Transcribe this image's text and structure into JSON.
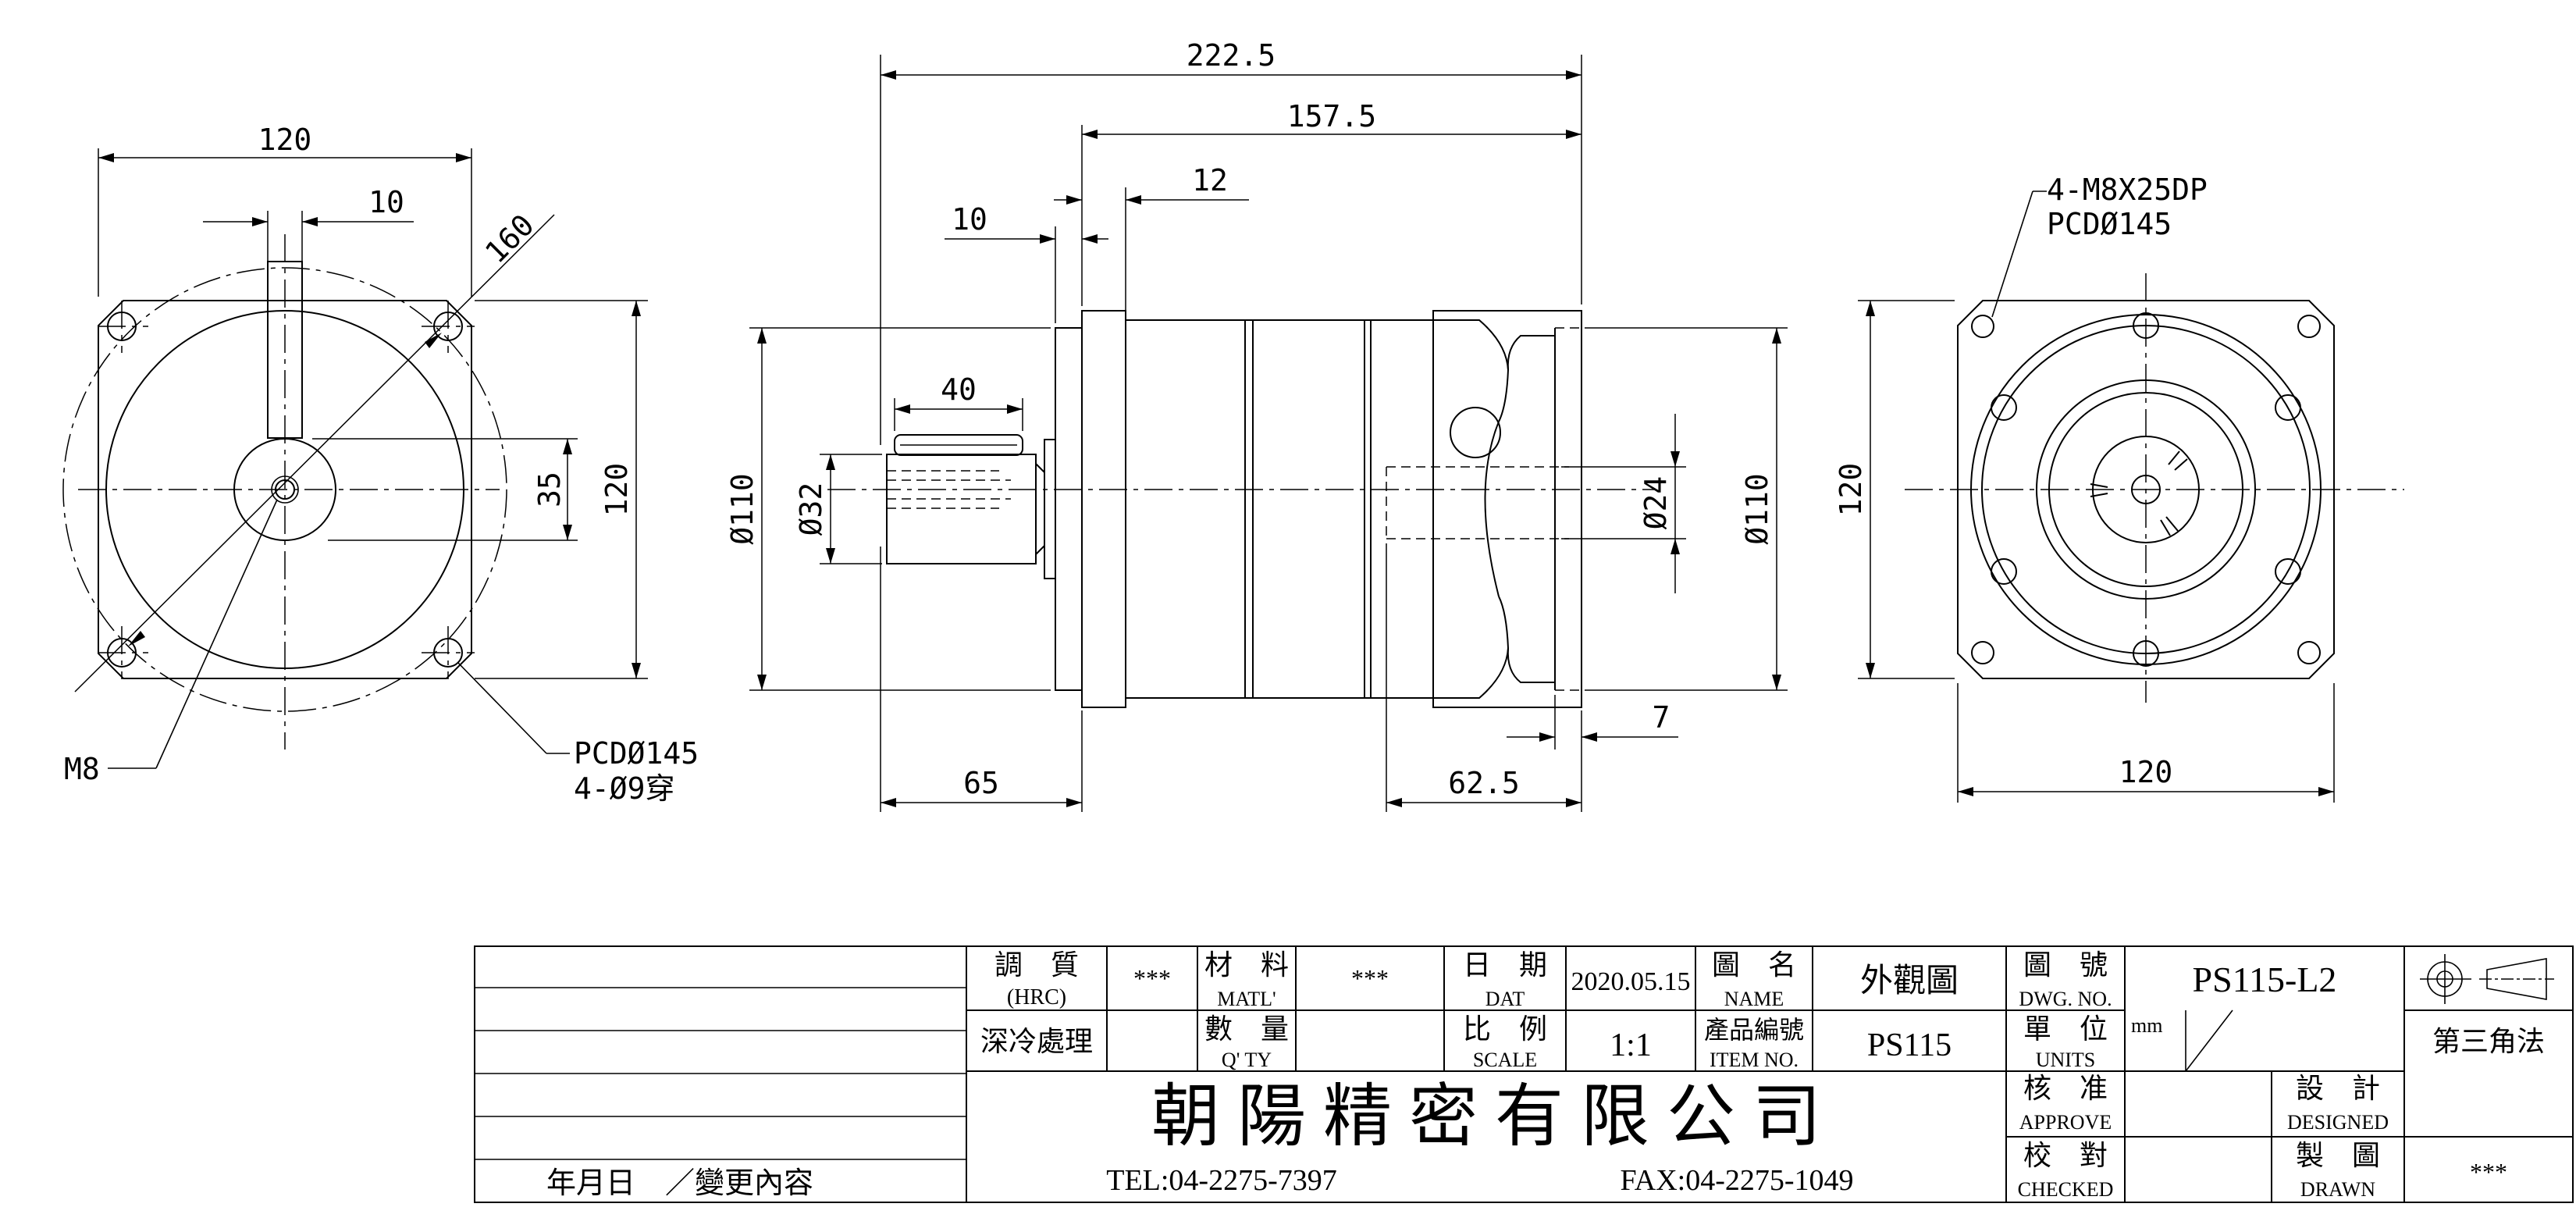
{
  "front_view": {
    "dim_width": "120",
    "dim_keyway": "10",
    "dim_diag": "160",
    "dim_35": "35",
    "dim_height": "120",
    "label_m8": "M8",
    "label_pcd": "PCDØ145",
    "label_holes": "4-Ø9穿"
  },
  "side_view": {
    "dim_total": "222.5",
    "dim_body": "157.5",
    "dim_12": "12",
    "dim_10": "10",
    "dim_40": "40",
    "dim_d110_left": "Ø110",
    "dim_d32": "Ø32",
    "dim_d24": "Ø24",
    "dim_d110_right": "Ø110",
    "dim_7": "7",
    "dim_65": "65",
    "dim_625": "62.5"
  },
  "rear_view": {
    "label_thread": "4-M8X25DP",
    "label_pcd": "PCDØ145",
    "dim_height": "120",
    "dim_width": "120"
  },
  "title_block": {
    "hardness": "調　質",
    "hardness_en": "(HRC)",
    "hardness_val": "***",
    "material": "材　料",
    "material_en": "MATL'",
    "material_val": "***",
    "date": "日　期",
    "date_en": "DAT",
    "date_val": "2020.05.15",
    "name": "圖　名",
    "name_en": "NAME",
    "name_val": "外觀圖",
    "dwg": "圖　號",
    "dwg_en": "DWG. NO.",
    "dwg_val": "PS115-L2",
    "treatment": "深冷處理",
    "qty": "數　量",
    "qty_en": "Q' TY",
    "scale": "比　例",
    "scale_en": "SCALE",
    "scale_val": "1:1",
    "item": "產品編號",
    "item_en": "ITEM NO.",
    "item_val": "PS115",
    "units": "單　位",
    "units_en": "UNITS",
    "units_val": "mm",
    "projection": "第三角法",
    "company": "朝 陽 精 密 有 限 公 司",
    "tel": "TEL:04-2275-7397",
    "fax": "FAX:04-2275-1049",
    "approve": "核　准",
    "approve_en": "APPROVE",
    "checked": "校　對",
    "checked_en": "CHECKED",
    "designed": "設　計",
    "designed_en": "DESIGNED",
    "drawn": "製　圖",
    "drawn_en": "DRAWN",
    "drawn_val": "***",
    "revision": "年月日　／變更內容"
  }
}
